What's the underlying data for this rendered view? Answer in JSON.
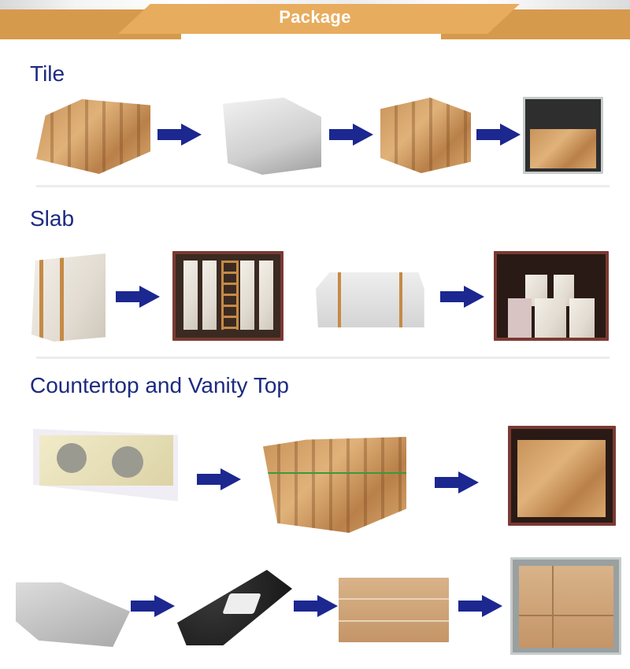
{
  "header": {
    "title": "Package",
    "colors": {
      "band": "#d69a4c",
      "center": "#e8ac5e",
      "text": "#ffffff"
    }
  },
  "sections": [
    {
      "title": "Tile",
      "steps": [
        {
          "image": "empty-wooden-crate"
        },
        {
          "image": "stacked-tiles-wrapped"
        },
        {
          "image": "tiles-in-wooden-crate"
        },
        {
          "image": "crates-loaded-in-container"
        }
      ]
    },
    {
      "title": "Slab",
      "steps": [
        {
          "image": "slab-bundle-wooden-frame"
        },
        {
          "image": "slabs-in-container-a-frame"
        },
        {
          "image": "slab-bundle-strapped"
        },
        {
          "image": "slabs-loaded-in-container"
        }
      ]
    },
    {
      "title": "Countertop and Vanity Top",
      "rows": [
        {
          "steps": [
            {
              "image": "vanity-top-double-sink"
            },
            {
              "image": "vanity-tops-in-wooden-crates"
            },
            {
              "image": "crates-loaded-in-container"
            }
          ]
        },
        {
          "steps": [
            {
              "image": "vanity-tops-stacked"
            },
            {
              "image": "granite-vanity-top-in-foam"
            },
            {
              "image": "vanity-tops-in-carton-boxes"
            },
            {
              "image": "cartons-loaded-in-container"
            }
          ]
        }
      ]
    }
  ],
  "colors": {
    "heading": "#1d2a80",
    "arrow": "#1c2790",
    "divider": "#ececec"
  }
}
